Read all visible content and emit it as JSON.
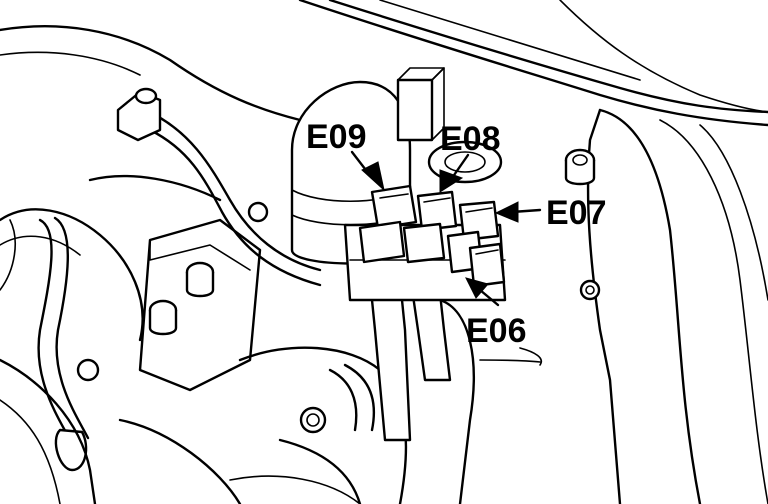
{
  "callouts": [
    {
      "id": "E09",
      "label": "E09"
    },
    {
      "id": "E08",
      "label": "E08"
    },
    {
      "id": "E07",
      "label": "E07"
    },
    {
      "id": "E06",
      "label": "E06"
    }
  ]
}
